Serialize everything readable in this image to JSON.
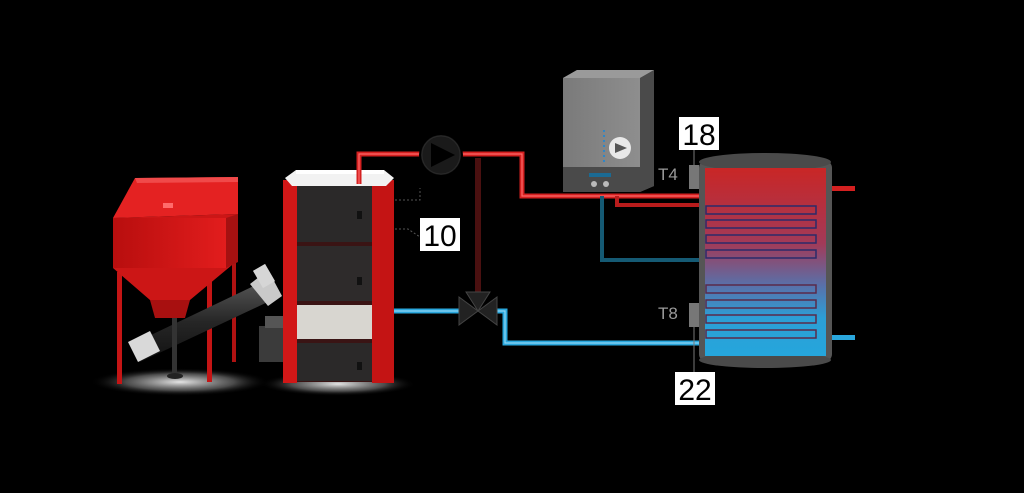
{
  "readings": {
    "boiler_temp": "10",
    "top_temp": "18",
    "bottom_temp": "22"
  },
  "sensors": {
    "top_label": "T4",
    "bottom_label": "T8"
  },
  "colors": {
    "hot_pipe": "#d42020",
    "cold_pipe": "#2aa7dd",
    "boiler_red": "#d41616",
    "boiler_door": "#2c2a2a",
    "tank_hot": "#c62a2a",
    "tank_cold": "#24a3d8",
    "background": "#000000"
  }
}
